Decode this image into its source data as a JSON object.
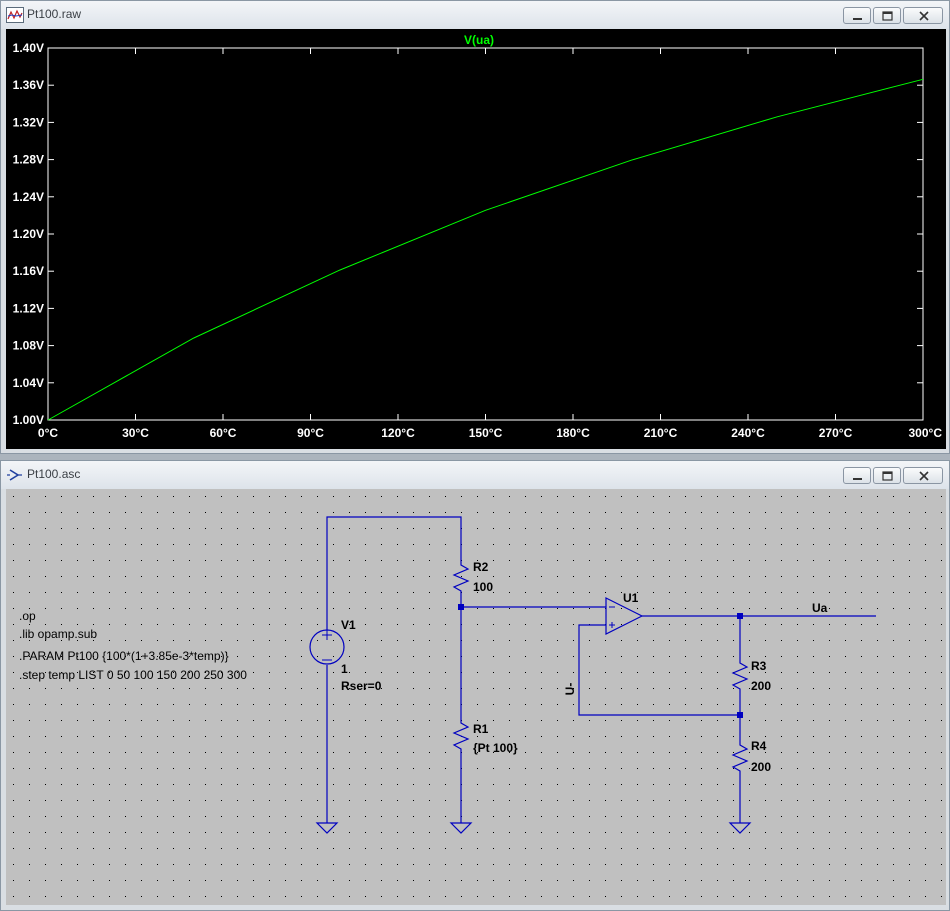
{
  "plot_window": {
    "title": "Pt100.raw",
    "buttons": [
      "minimize",
      "maximize",
      "close"
    ]
  },
  "schematic_window": {
    "title": "Pt100.asc",
    "buttons": [
      "minimize",
      "maximize",
      "close"
    ]
  },
  "chart_data": {
    "type": "line",
    "title": "V(ua)",
    "xlabel": "",
    "ylabel": "",
    "x_ticks": [
      "0°C",
      "30°C",
      "60°C",
      "90°C",
      "120°C",
      "150°C",
      "180°C",
      "210°C",
      "240°C",
      "270°C",
      "300°C"
    ],
    "y_ticks": [
      "1.40V",
      "1.36V",
      "1.32V",
      "1.28V",
      "1.24V",
      "1.20V",
      "1.16V",
      "1.12V",
      "1.08V",
      "1.04V",
      "1.00V"
    ],
    "xlim": [
      0,
      300
    ],
    "ylim": [
      1.0,
      1.4
    ],
    "grid": false,
    "colors": {
      "background": "#000000",
      "trace": "#00ff00",
      "axis": "#ffffff"
    },
    "series": [
      {
        "name": "V(ua)",
        "x": [
          0,
          50,
          100,
          150,
          200,
          250,
          300
        ],
        "y": [
          1.0,
          1.0882,
          1.1612,
          1.2255,
          1.2794,
          1.326,
          1.3663
        ]
      }
    ]
  },
  "schematic": {
    "directives": [
      ".op",
      ".lib opamp.sub",
      ".PARAM Pt100 {100*(1+3.85e-3*temp)}",
      ".step temp LIST 0 50 100 150 200 250 300"
    ],
    "components": {
      "v1": {
        "name": "V1",
        "value": "1",
        "extra": "Rser=0"
      },
      "r2": {
        "name": "R2",
        "value": "100"
      },
      "r1": {
        "name": "R1",
        "value": "{Pt 100}"
      },
      "u1": {
        "name": "U1"
      },
      "r3": {
        "name": "R3",
        "value": "200"
      },
      "r4": {
        "name": "R4",
        "value": "200"
      }
    },
    "labels": {
      "out": "Ua",
      "diff": "U-"
    },
    "colors": {
      "wire": "#0000c0",
      "text": "#000000",
      "grid_dot": "#000000",
      "background": "#c0c0c0"
    }
  }
}
